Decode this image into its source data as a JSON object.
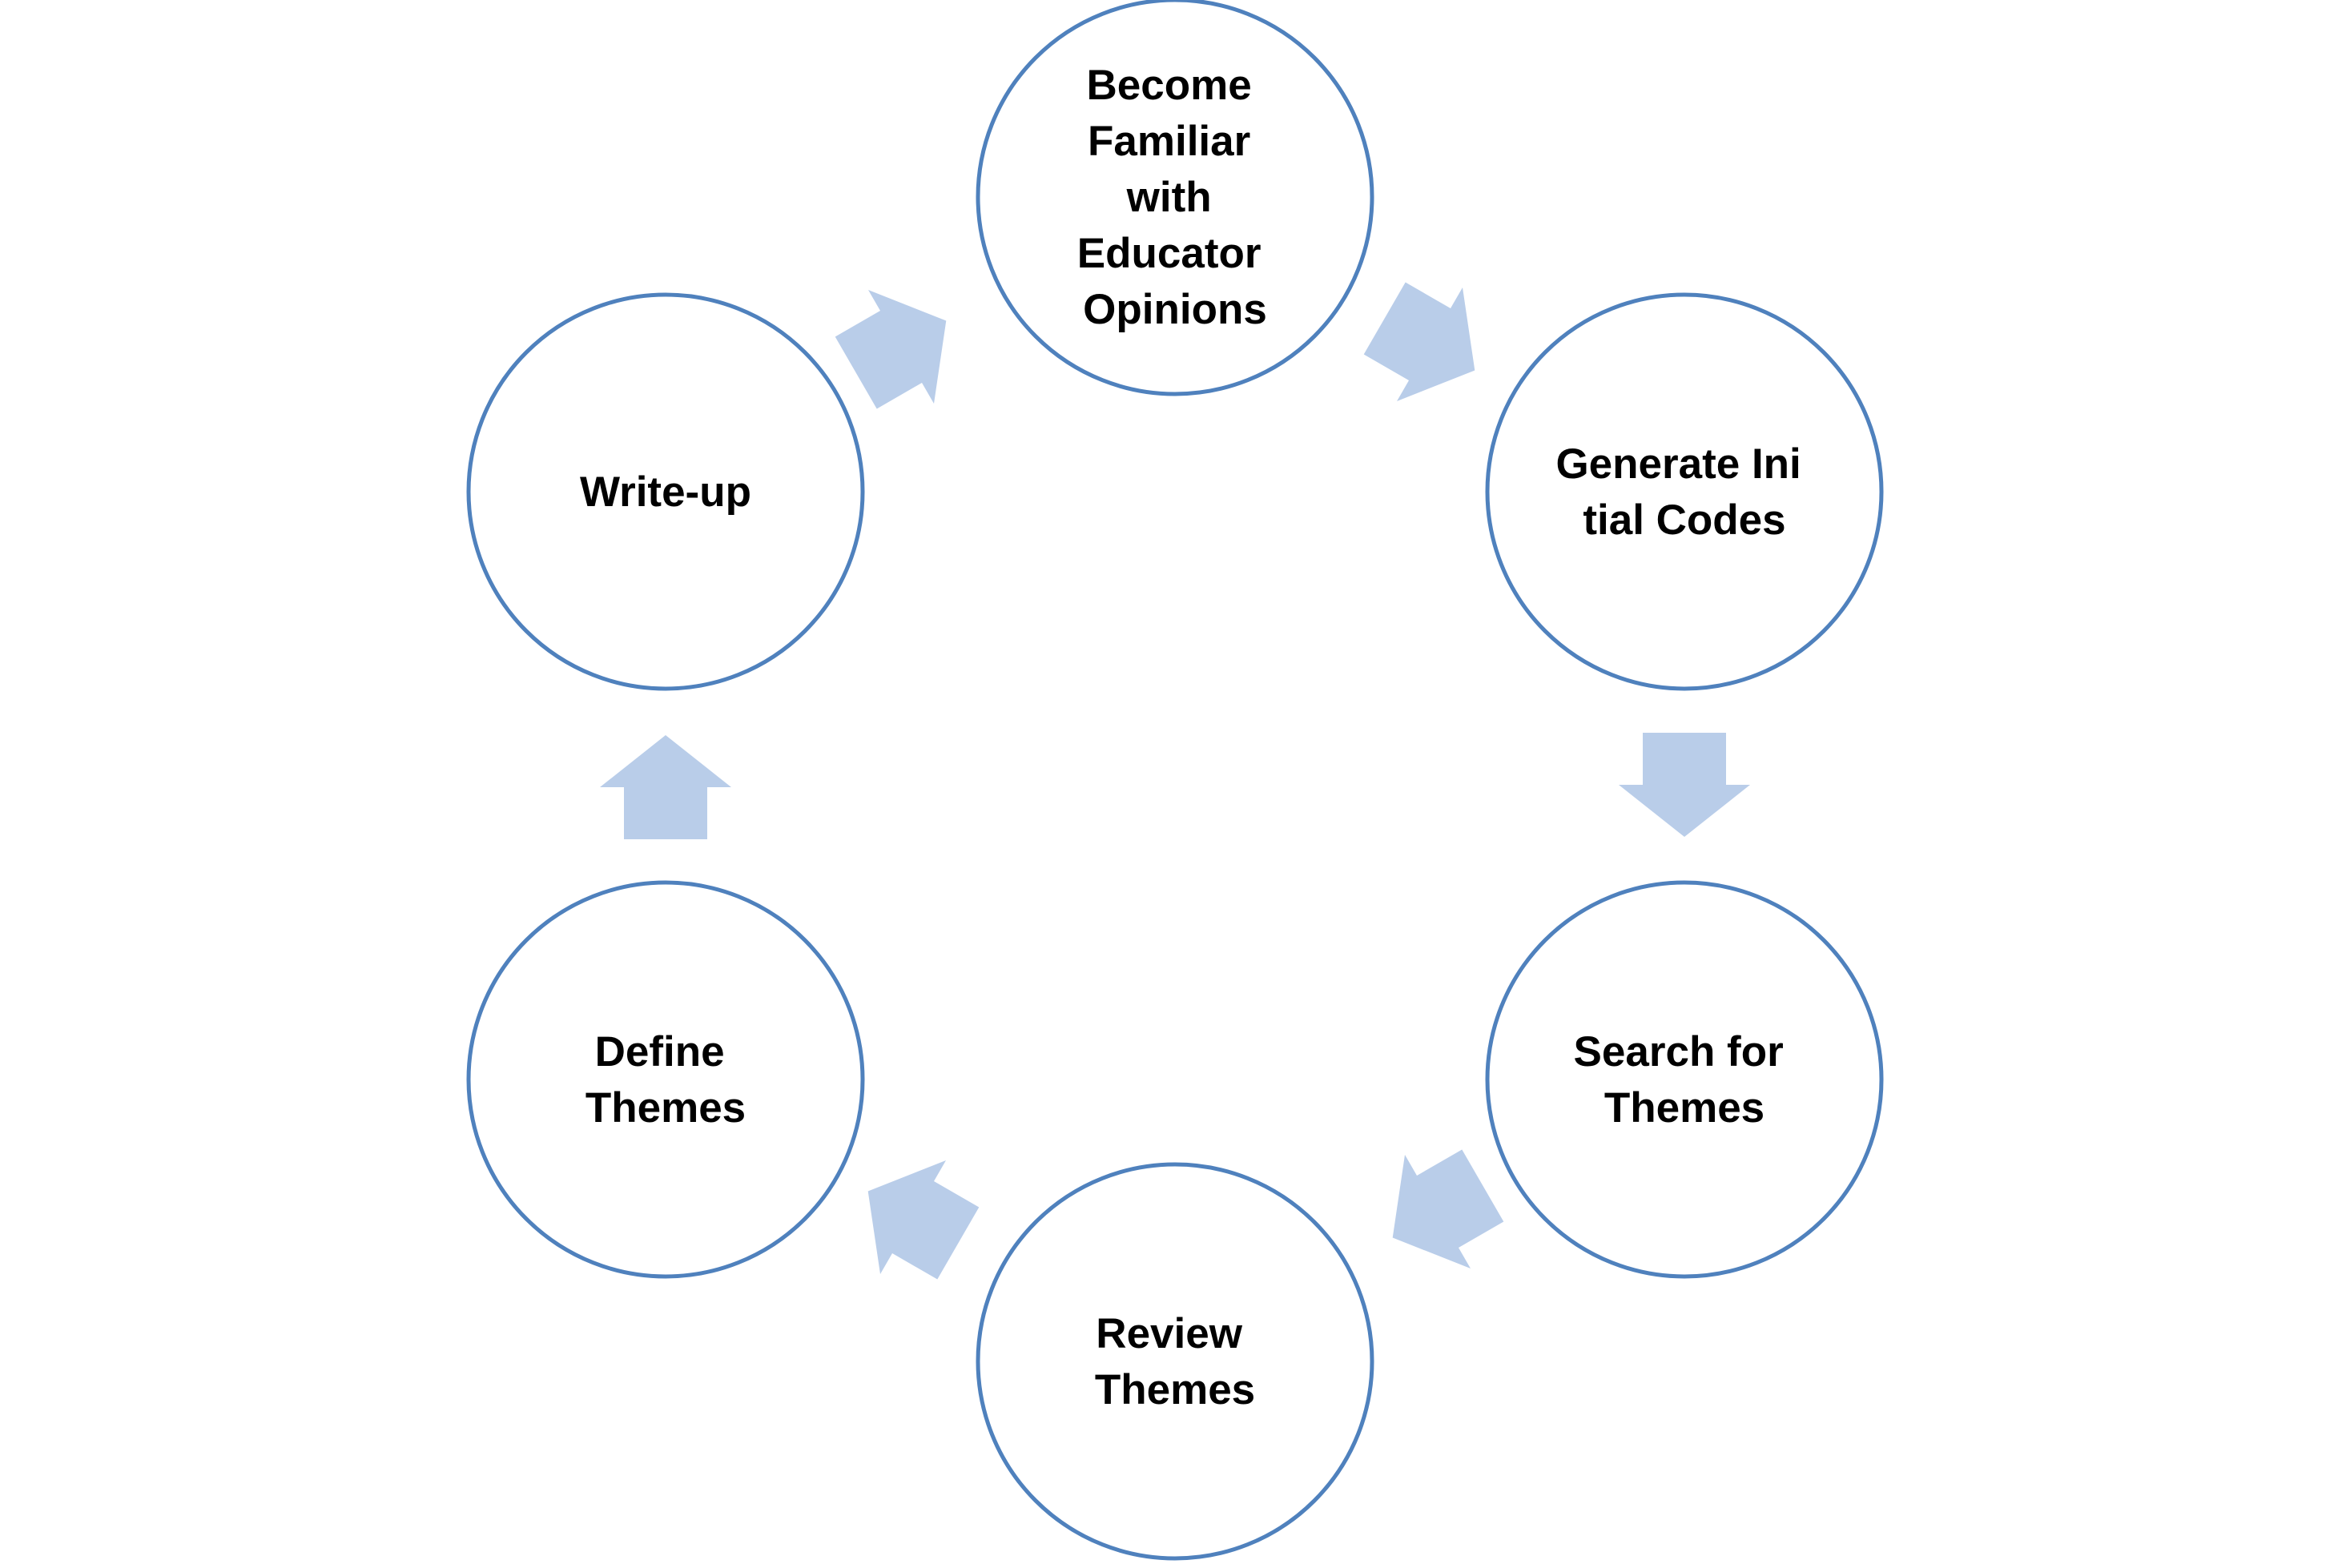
{
  "diagram": {
    "type": "cycle",
    "colors": {
      "circle_stroke": "#4f81bd",
      "arrow_fill": "#b9cde9",
      "label_text": "#000000",
      "background": "#ffffff"
    },
    "steps": [
      {
        "lines": [
          "Become",
          "Familiar",
          "with",
          "Educator",
          "Opinions"
        ]
      },
      {
        "lines": [
          "Generate Ini",
          "tial Codes"
        ]
      },
      {
        "lines": [
          "Search for",
          "Themes"
        ]
      },
      {
        "lines": [
          "Review",
          "Themes"
        ]
      },
      {
        "lines": [
          "Define",
          "Themes"
        ]
      },
      {
        "lines": [
          "Write-up"
        ]
      }
    ],
    "arrow_icon": "chevron-arrow-icon"
  }
}
